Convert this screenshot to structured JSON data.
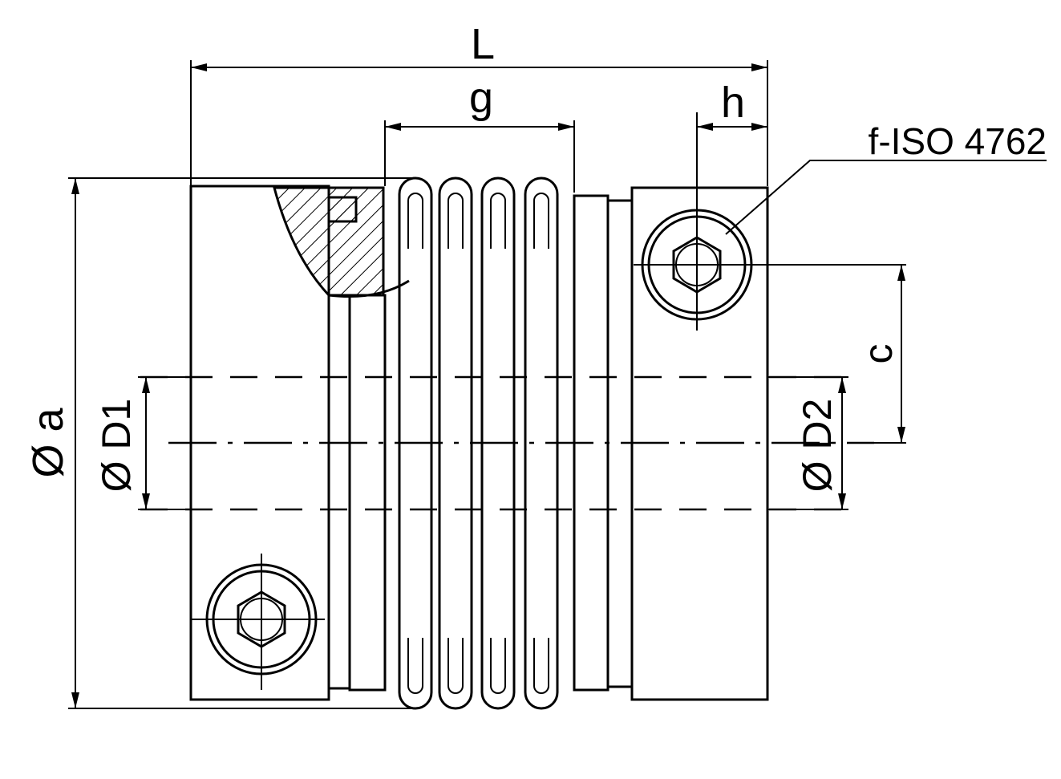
{
  "dimensions": {
    "L": "L",
    "g": "g",
    "h": "h",
    "c": "c",
    "a": "Ø a",
    "D1": "Ø D1",
    "D2": "Ø D2"
  },
  "callout": {
    "screw_spec": "f-ISO 4762"
  }
}
